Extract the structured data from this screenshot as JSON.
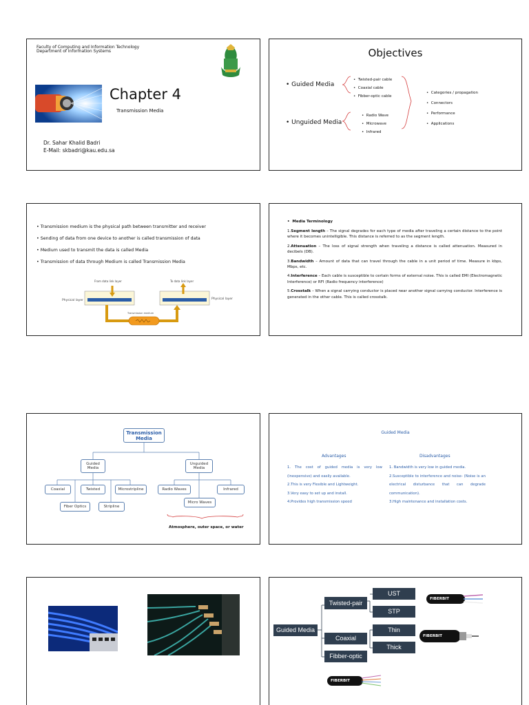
{
  "slide1": {
    "faculty": "Faculty of Computing and Information Technology",
    "department": "Department of Information Systems",
    "chapter": "Chapter 4",
    "subtitle": "Transmission Media",
    "author": "Dr. Sahar Khalid Badri",
    "email": "E-Mail: skbadri@kau.edu.sa"
  },
  "slide2": {
    "title": "Objectives",
    "guided_label": "• Guided Media",
    "guided_items": [
      "Twisted-pair cable",
      "Coaxial cable",
      "Fibber-optic cable"
    ],
    "unguided_label": "• Unguided Media",
    "unguided_items": [
      "Radio Wave",
      "Microwave",
      "Infrared"
    ],
    "topics": [
      "Categories / propagation",
      "Connectors",
      "Performance",
      "Applications"
    ]
  },
  "slide3": {
    "bullets": [
      "• Transmission medium is the physical path between transmitter and receiver",
      "• Sending of data from one device to another is called transmission of data",
      "•  Medium used to transmit the data is called Media",
      "• Transmission of data through Medium is called Transmission Media"
    ],
    "from_label": "From data link layer",
    "to_label": "To data link layer",
    "physical_left": "Physical layer",
    "physical_right": "Physical layer",
    "medium_label": "Transmission medium"
  },
  "slide4": {
    "heading": "Media Terminology",
    "items": [
      {
        "term": "Segment length",
        "text": " – The signal degrades for each type of media after traveling a certain distance to the point where it becomes unintelligible. This distance is referred to as the segment length."
      },
      {
        "term": "Attenuation",
        "text": " – The loss of signal strength when traveling a distance is called attenuation. Measured in decibels (DB)."
      },
      {
        "term": "Bandwidth",
        "text": " – Amount of data that can travel through the cable in a unit period of time. Measure in kbps, Mbps, etc."
      },
      {
        "term": "Interference",
        "text": " – Each cable is susceptible to certain forms of external noise. This is called EMI (Electromagnetic Interference) or RFI (Radio frequency interference)"
      },
      {
        "term": "Crosstalk",
        "text": " – When a signal carrying conductor is placed near another signal carrying conductor. Interference is generated in the other cable. This is called crosstalk."
      }
    ]
  },
  "slide5": {
    "root": "Transmission Media",
    "guided": "Guided Media",
    "unguided": "Unguided Media",
    "guided_children": [
      "Coaxial",
      "Twisted",
      "Microstripline",
      "Fiber Optics",
      "Stripline"
    ],
    "unguided_children": [
      "Radio Waves",
      "Infrared",
      "Micro Waves"
    ],
    "caption": "Atmosphere, outer space, or water"
  },
  "slide6": {
    "title": "Guided Media",
    "adv_title": "Advantages",
    "dis_title": "Disadvantages",
    "advantages": [
      "1. The  cost  of  guided  media  is  very  low (inexpensive) and easily available.",
      "2.This is very Flexible and Lightweight.",
      "3.Very easy to set up and install.",
      "4.Provides high transmission speed"
    ],
    "disadvantages": [
      "1. Bandwidth is very low in guided media.",
      "2.Susceptible  to  interference  and  noise- (Noise is an electrical disturbance that can degrade communication).",
      "3.High maintenance and installation costs."
    ]
  },
  "slide8": {
    "root": "Guided Media",
    "twisted": "Twisted-pair",
    "coaxial": "Coaxial",
    "fiber": "Fibber-optic",
    "utp": "UST",
    "stp": "STP",
    "thin": "Thin",
    "thick": "Thick",
    "cable_brand": "FIBERBIT"
  },
  "colors": {
    "dark_node": "#2f3e4f",
    "fiber_blue": "#1e5bd6",
    "diagram_blue": "#2a5da8",
    "brace_red": "#d43c3c"
  }
}
